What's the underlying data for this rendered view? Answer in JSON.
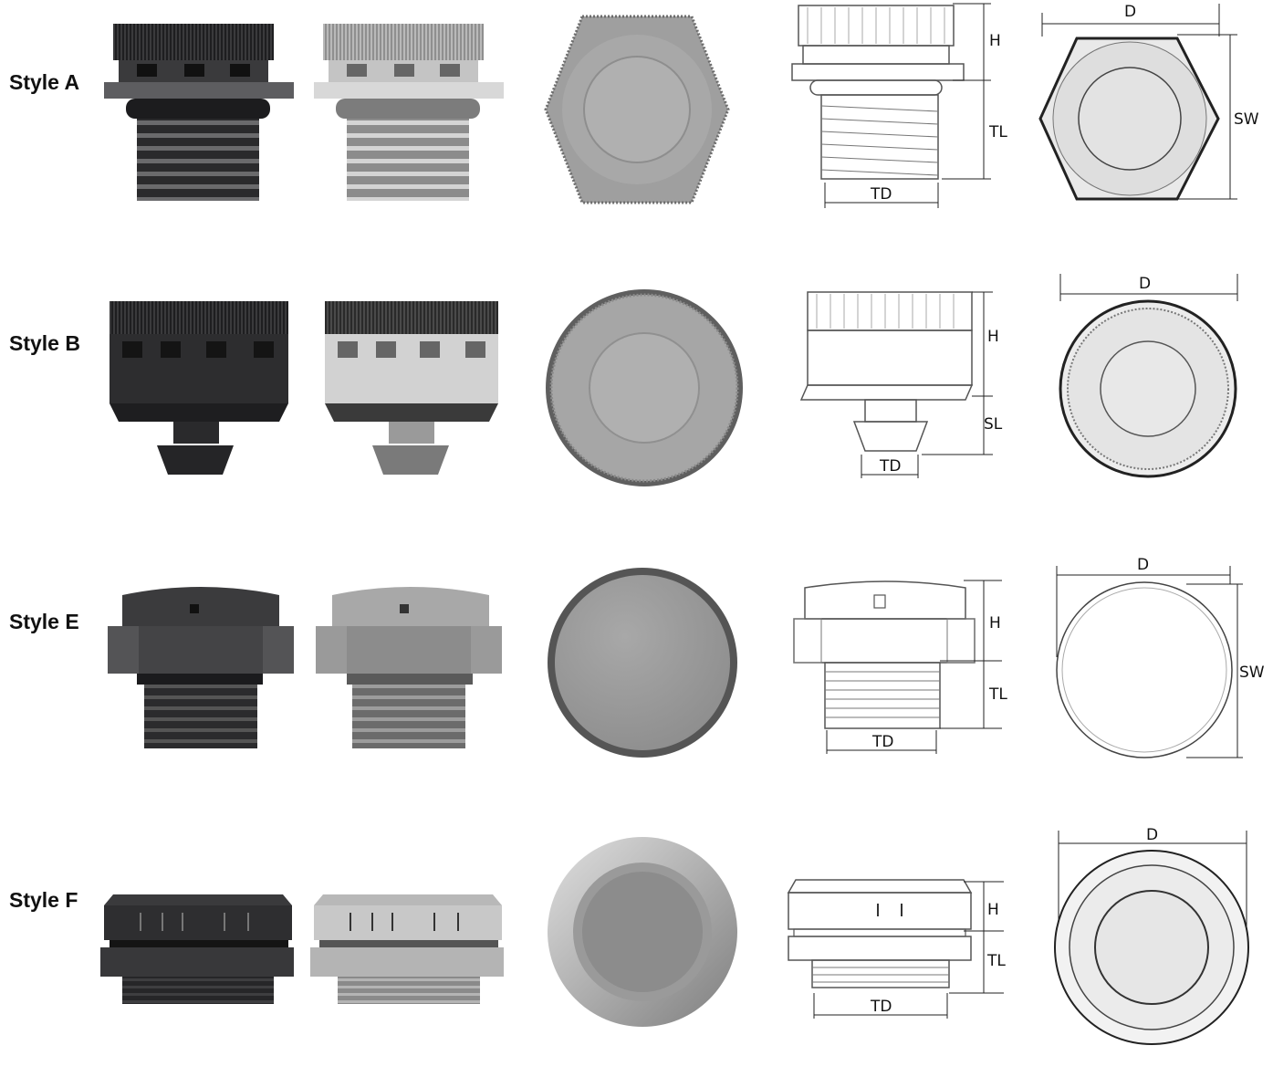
{
  "rows": [
    {
      "label": "Style A",
      "dims": {
        "h": "H",
        "tl": "TL",
        "td": "TD",
        "d": "D",
        "sw": "SW"
      }
    },
    {
      "label": "Style B",
      "dims": {
        "h": "H",
        "sl": "SL",
        "td": "TD",
        "d": "D"
      }
    },
    {
      "label": "Style E",
      "dims": {
        "h": "H",
        "tl": "TL",
        "td": "TD",
        "d": "D",
        "sw": "SW"
      }
    },
    {
      "label": "Style F",
      "dims": {
        "h": "H",
        "tl": "TL",
        "td": "TD",
        "d": "D"
      }
    }
  ],
  "colors": {
    "black_part": "#2b2b2d",
    "gray_part": "#b4b4b4",
    "top_view": "#a9a9a9",
    "line": "#222222"
  }
}
